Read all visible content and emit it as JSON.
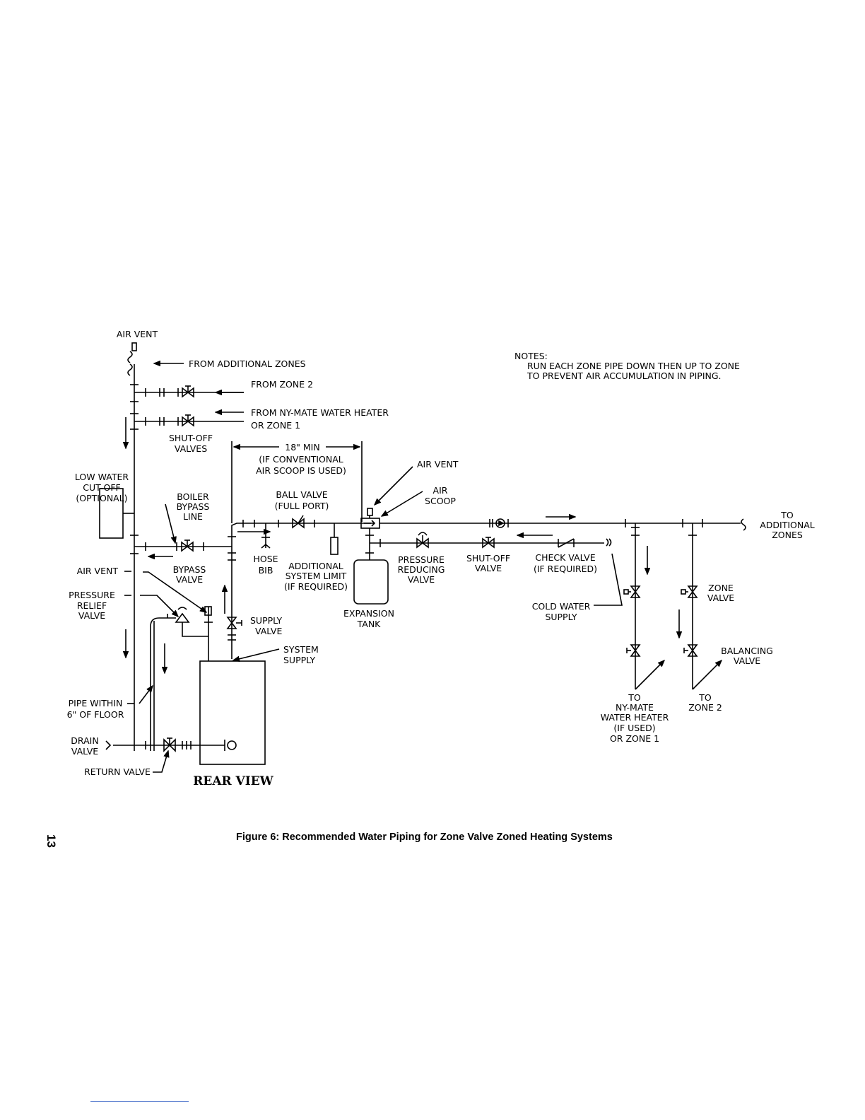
{
  "page_number": "13",
  "caption": "Figure 6:  Recommended Water Piping for Zone Valve Zoned Heating Systems",
  "view_title": "REAR VIEW",
  "notes": {
    "heading": "NOTES:",
    "line1": "RUN EACH ZONE PIPE DOWN THEN UP TO ZONE",
    "line2": "TO PREVENT AIR ACCUMULATION IN PIPING."
  },
  "labels": {
    "air_vent_top": "AIR VENT",
    "from_additional_zones": "FROM ADDITIONAL ZONES",
    "from_zone_2": "FROM ZONE 2",
    "from_ny_mate_1": "FROM NY-MATE WATER HEATER",
    "from_ny_mate_2": "OR ZONE 1",
    "shutoff_valves_1": "SHUT-OFF",
    "shutoff_valves_2": "VALVES",
    "min_18": "18\" MIN",
    "conventional_1": "(IF CONVENTIONAL",
    "conventional_2": "AIR SCOOP IS USED)",
    "air_vent_scoop": "AIR VENT",
    "air_scoop_1": "AIR",
    "air_scoop_2": "SCOOP",
    "low_water_1": "LOW WATER",
    "low_water_2": "CUT-OFF",
    "low_water_3": "(OPTIONAL)",
    "boiler_bypass_1": "BOILER",
    "boiler_bypass_2": "BYPASS",
    "boiler_bypass_3": "LINE",
    "ball_valve_1": "BALL VALVE",
    "ball_valve_2": "(FULL PORT)",
    "hose_bib_1": "HOSE",
    "hose_bib_2": "BIB",
    "add_limit_1": "ADDITIONAL",
    "add_limit_2": "SYSTEM LIMIT",
    "add_limit_3": "(IF REQUIRED)",
    "expansion_1": "EXPANSION",
    "expansion_2": "TANK",
    "prv_1": "PRESSURE",
    "prv_2": "REDUCING",
    "prv_3": "VALVE",
    "shutoff_1": "SHUT-OFF",
    "shutoff_2": "VALVE",
    "check_1": "CHECK VALVE",
    "check_2": "(IF REQUIRED)",
    "cold_water_1": "COLD WATER",
    "cold_water_2": "SUPPLY",
    "to_additional_1": "TO",
    "to_additional_2": "ADDITIONAL",
    "to_additional_3": "ZONES",
    "air_vent_left": "AIR VENT",
    "bypass_valve_1": "BYPASS",
    "bypass_valve_2": "VALVE",
    "pressure_relief_1": "PRESSURE",
    "pressure_relief_2": "RELIEF",
    "pressure_relief_3": "VALVE",
    "supply_valve_1": "SUPPLY",
    "supply_valve_2": "VALVE",
    "system_supply_1": "SYSTEM",
    "system_supply_2": "SUPPLY",
    "zone_valve_1": "ZONE",
    "zone_valve_2": "VALVE",
    "balancing_1": "BALANCING",
    "balancing_2": "VALVE",
    "to_ny_1": "TO",
    "to_ny_2": "NY-MATE",
    "to_ny_3": "WATER HEATER",
    "to_ny_4": "(IF USED)",
    "to_ny_5": "OR ZONE 1",
    "to_zone2_1": "TO",
    "to_zone2_2": "ZONE 2",
    "pipe_within_1": "PIPE WITHIN",
    "pipe_within_2": "6\" OF FLOOR",
    "drain_1": "DRAIN",
    "drain_2": "VALVE",
    "return_valve": "RETURN VALVE"
  }
}
